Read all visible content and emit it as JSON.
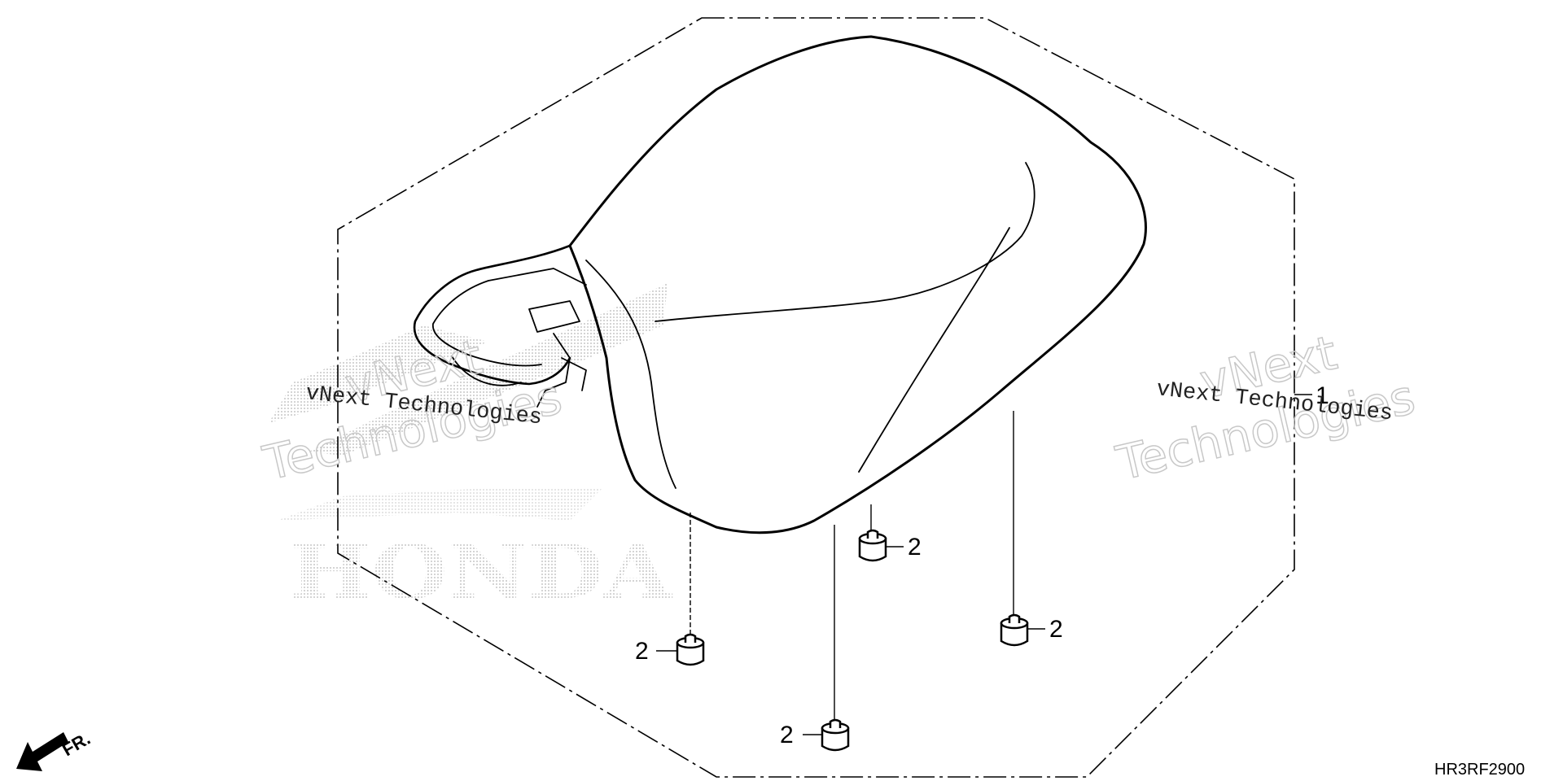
{
  "diagram": {
    "drawing_code": "HR3RF2900",
    "direction_label": "FR.",
    "callouts": {
      "seat": "1",
      "rubber_a": "2",
      "rubber_b": "2",
      "rubber_c": "2",
      "rubber_d": "2"
    },
    "watermark": {
      "brand_logo": "HONDA",
      "left_line1": "vNext",
      "left_line2": "Technologies",
      "left_caption": "vNext Technologies",
      "right_line1": "vNext",
      "right_line2": "Technologies",
      "right_caption": "vNext Technologies"
    }
  },
  "colors": {
    "line": "#000000",
    "watermark": "#c8c8c8",
    "background": "#ffffff"
  }
}
